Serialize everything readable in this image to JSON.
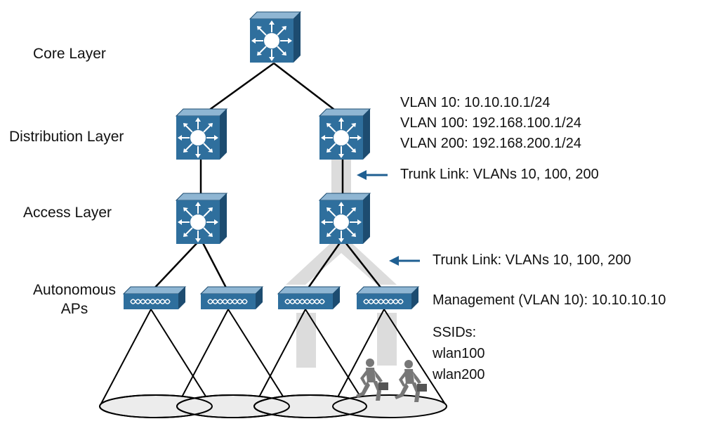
{
  "layers": {
    "core": "Core Layer",
    "distribution": "Distribution Layer",
    "access": "Access Layer",
    "aps_line1": "Autonomous",
    "aps_line2": "APs"
  },
  "distribution_info": {
    "vlan10": "VLAN 10: 10.10.10.1/24",
    "vlan100": "VLAN 100: 192.168.100.1/24",
    "vlan200": "VLAN 200: 192.168.200.1/24"
  },
  "trunk_upper": "Trunk Link: VLANs 10, 100, 200",
  "trunk_lower": "Trunk Link: VLANs 10, 100, 200",
  "management": "Management (VLAN 10): 10.10.10.10",
  "ssids": {
    "label": "SSIDs:",
    "items": [
      "wlan100",
      "wlan200"
    ]
  },
  "colors": {
    "device_front": "#2f6f9d",
    "device_top": "#8fb6d3",
    "device_side": "#1d4c70",
    "arrow": "#1f5f92",
    "trunk_band": "#dcdcdc",
    "coverage_fill": "#ececec"
  },
  "icons": [
    "layer3-switch-icon",
    "access-point-icon",
    "walking-user-icon",
    "arrow-left-icon"
  ]
}
